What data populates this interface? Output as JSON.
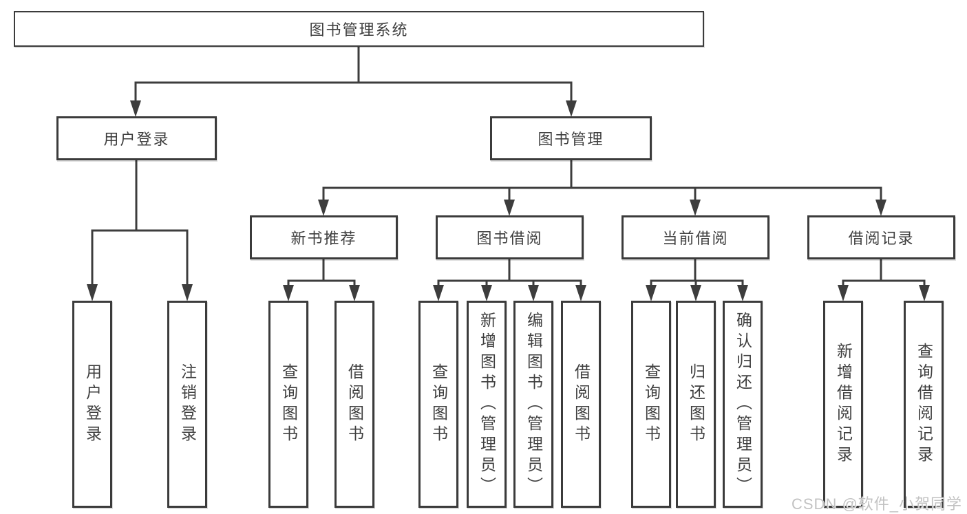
{
  "colors": {
    "line": "#3d3d3d",
    "box_border": "#3b3b3b",
    "text": "#3f3f3f",
    "background": "#ffffff",
    "watermark": "#c2c2c2"
  },
  "diagram": {
    "title": "图书管理系统",
    "level2": {
      "user_login": "用户登录",
      "book_mgmt": "图书管理"
    },
    "level3": {
      "new_books": "新书推荐",
      "borrow": "图书借阅",
      "current": "当前借阅",
      "records": "借阅记录"
    },
    "leaves": {
      "user": {
        "login": "用户登录",
        "logout": "注销登录"
      },
      "new_books": {
        "query": "查询图书",
        "borrow": "借阅图书"
      },
      "borrow": {
        "query": "查询图书",
        "add": "新增图书（管理员）",
        "edit": "编辑图书（管理员）",
        "borrow": "借阅图书"
      },
      "current": {
        "query": "查询图书",
        "return": "归还图书",
        "confirm": "确认归还（管理员）"
      },
      "records": {
        "add": "新增借阅记录",
        "query": "查询借阅记录"
      }
    }
  },
  "watermark": {
    "text": "CSDN @软件_小贺同学"
  }
}
